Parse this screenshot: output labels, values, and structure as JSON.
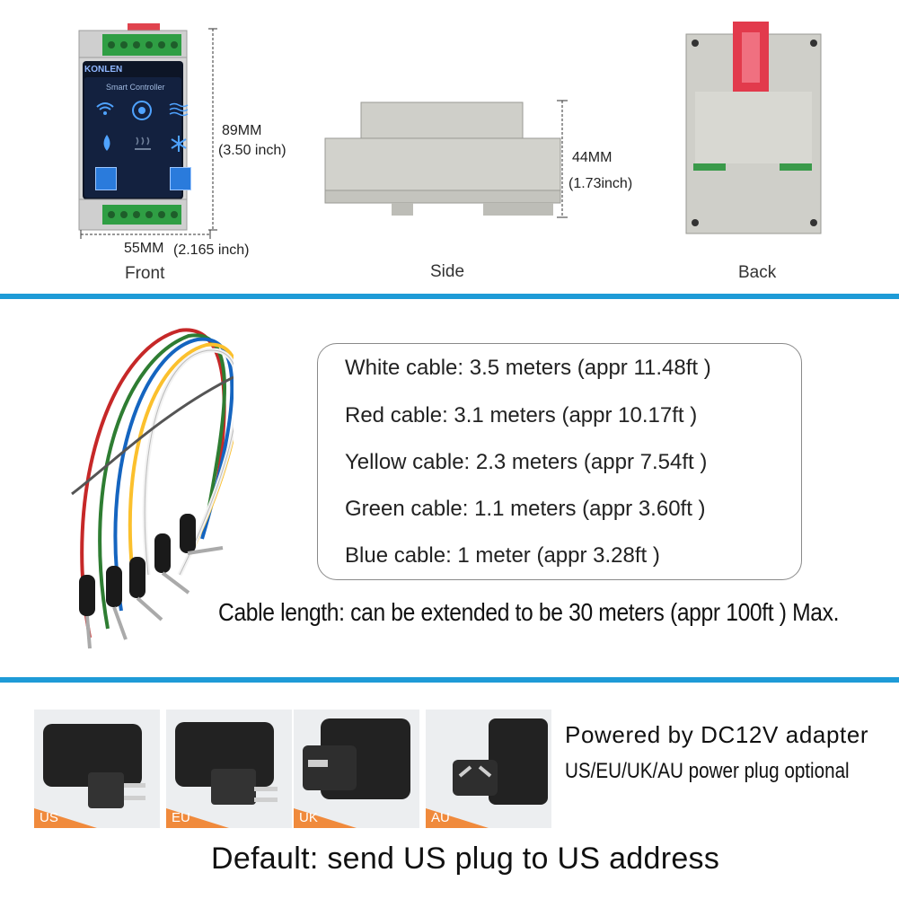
{
  "colors": {
    "separator": "#1e9bd7",
    "plug_badge": "#f08a3c",
    "device_body": "#d5d5d5",
    "terminal_green": "#2f9e44",
    "screen_blue": "#1a4fb0"
  },
  "device": {
    "brand": "KONLEN",
    "screen_title": "Smart Controller",
    "icons": [
      "wifi-icon",
      "fan-icon",
      "water-waves-icon",
      "water-drop-icon",
      "heating-icon",
      "snowflake-icon"
    ],
    "height_mm": "89MM",
    "height_inch": "(3.50 inch)",
    "width_mm": "55MM",
    "width_inch": "(2.165 inch)",
    "side_height_mm": "44MM",
    "side_height_inch": "(1.73inch)"
  },
  "views": {
    "front": "Front",
    "side": "Side",
    "back": "Back"
  },
  "cables": [
    "White cable: 3.5 meters  (appr 11.48ft )",
    "Red cable: 3.1 meters  (appr 10.17ft )",
    "Yellow cable: 2.3 meters  (appr 7.54ft )",
    "Green cable: 1.1 meters  (appr 3.60ft )",
    "Blue cable: 1 meter (appr 3.28ft )"
  ],
  "cable_extend": "Cable length: can be extended to be 30 meters (appr 100ft ) Max.",
  "plugs": [
    "US",
    "EU",
    "UK",
    "AU"
  ],
  "power_title": "Powered by DC12V adapter",
  "power_options": "US/EU/UK/AU power plug optional",
  "default_note": "Default: send US plug to US address"
}
